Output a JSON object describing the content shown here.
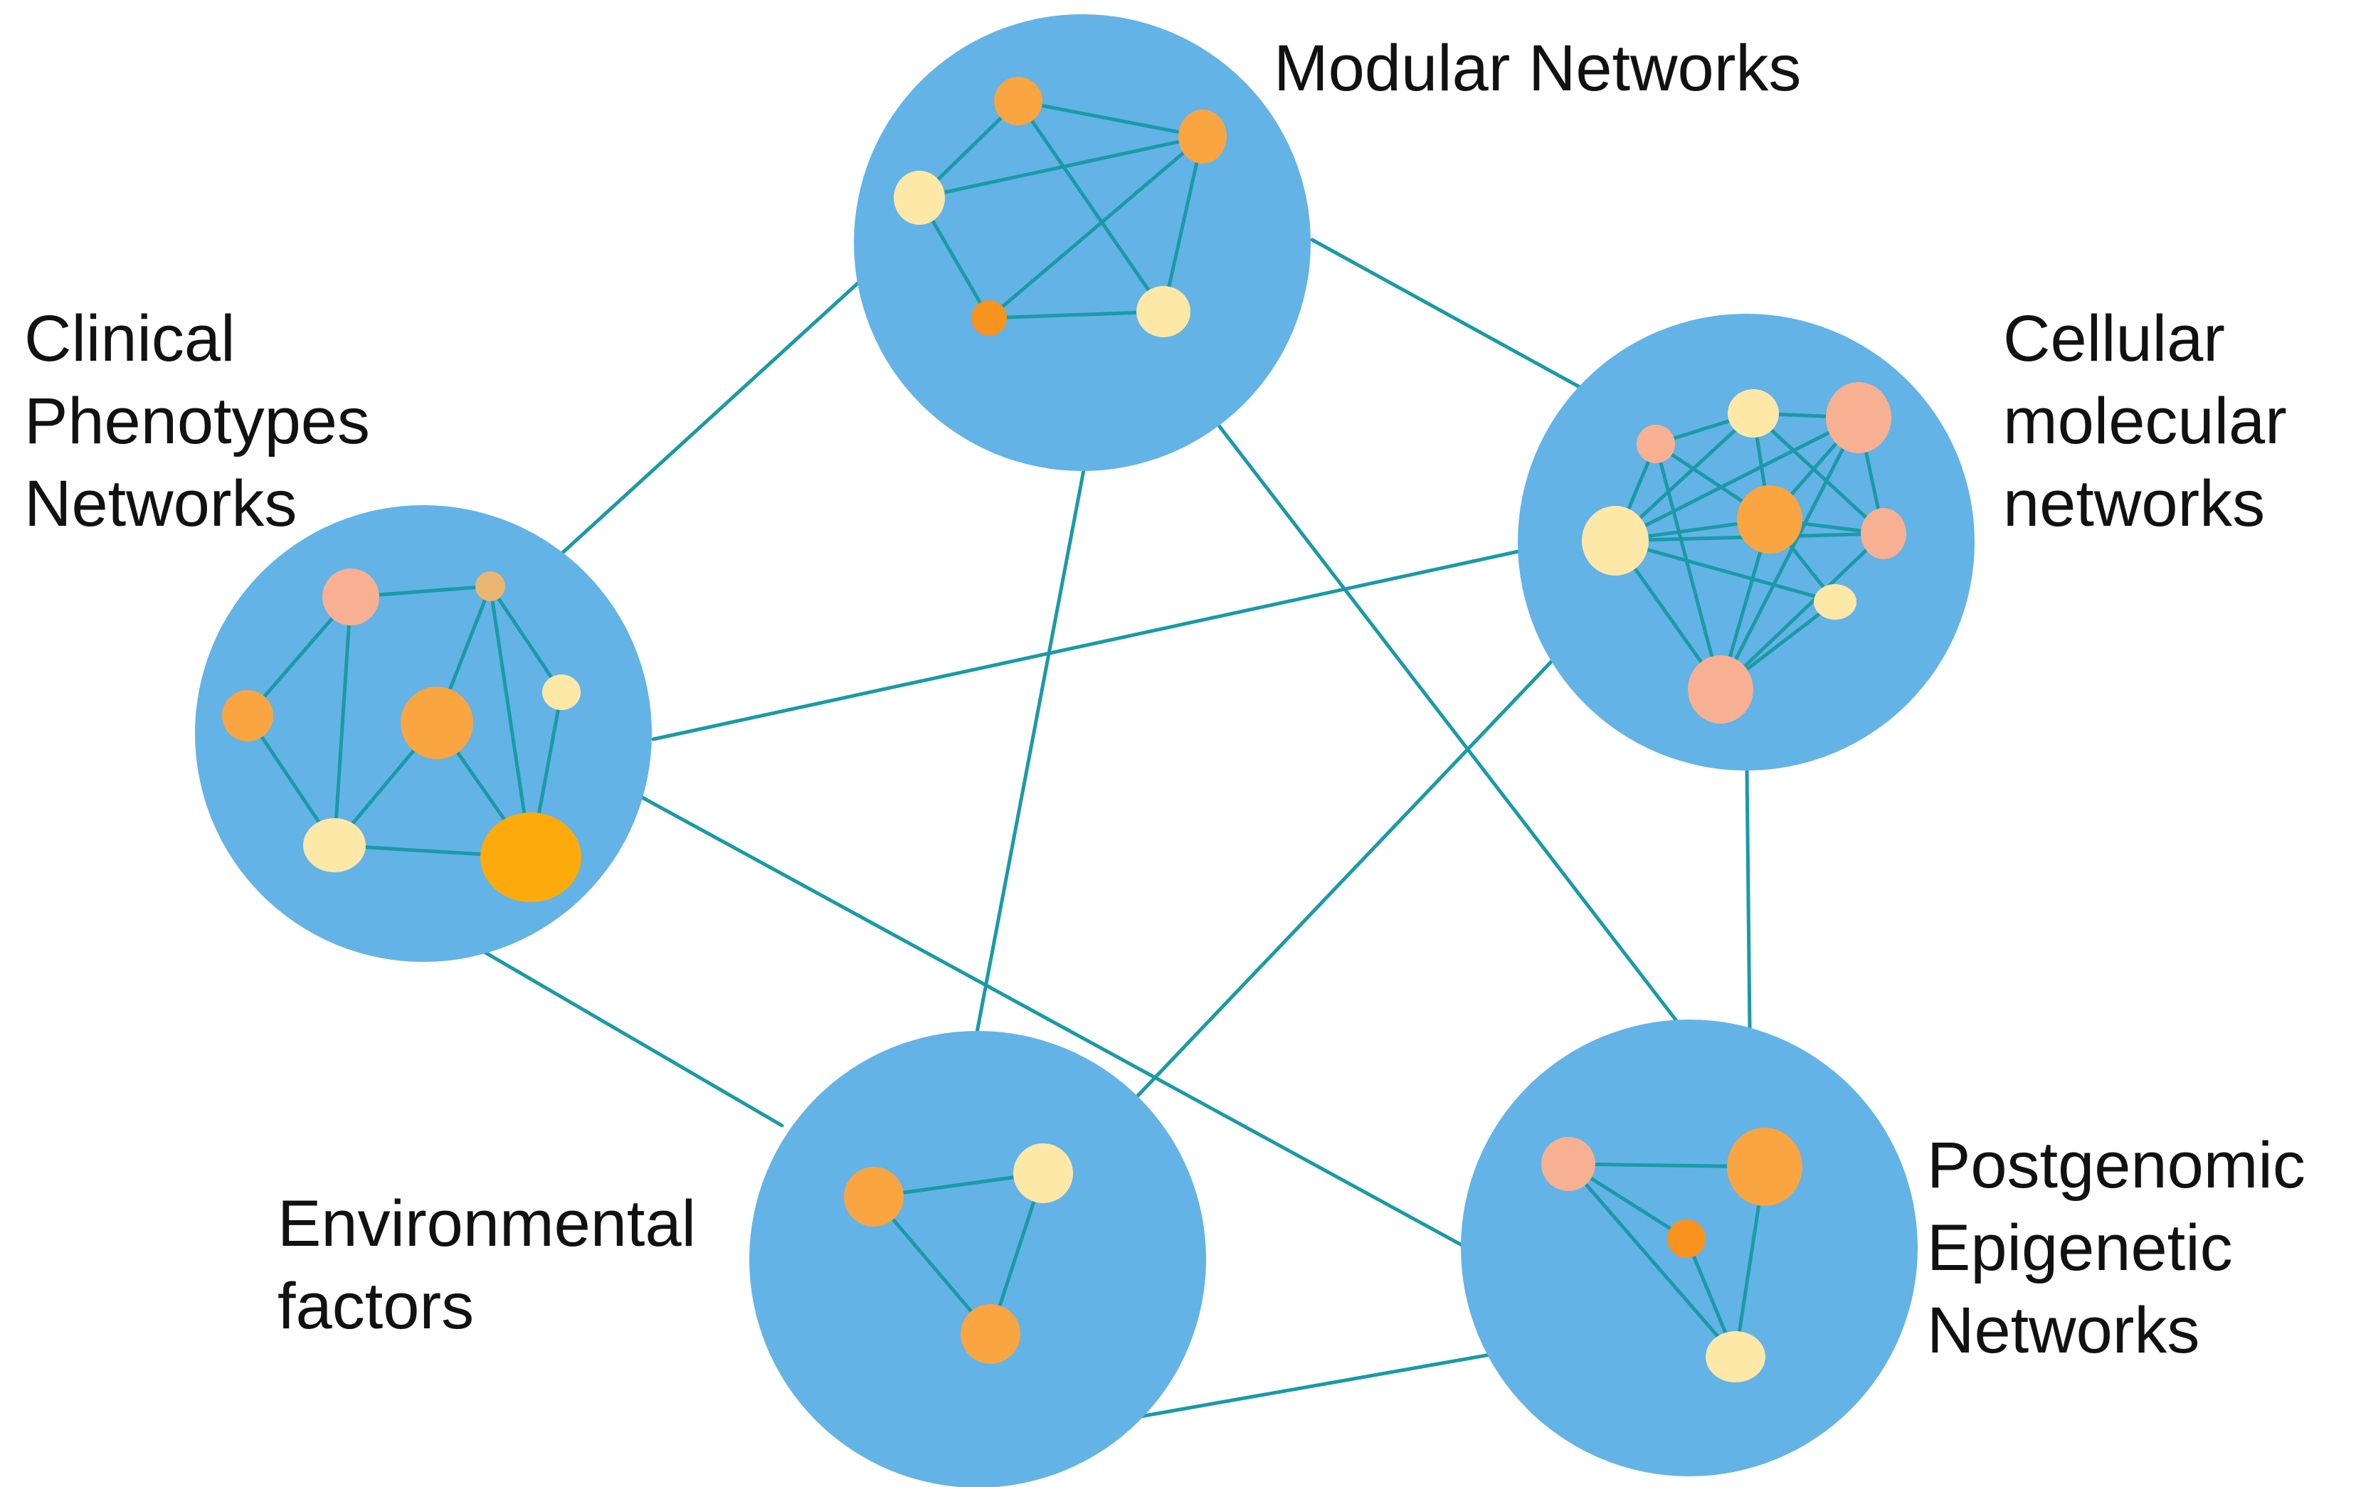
{
  "colors": {
    "background": "#ffffff",
    "cluster_fill": "#63b3e6",
    "edge": "#1a9aa7",
    "node_orange": "#f9a541",
    "node_dark_orange": "#f7931e",
    "node_amber": "#fdab0c",
    "node_cream": "#fde8a8",
    "node_peach": "#f8b092",
    "node_tan": "#e9b771",
    "label_text": "#111111"
  },
  "clusters": [
    {
      "id": "modular",
      "label_lines": [
        "Modular Networks"
      ]
    },
    {
      "id": "clinical",
      "label_lines": [
        "Clinical",
        "Phenotypes",
        "Networks"
      ]
    },
    {
      "id": "cellular",
      "label_lines": [
        "Cellular",
        "molecular",
        "networks"
      ]
    },
    {
      "id": "environmental",
      "label_lines": [
        "Environmental",
        "factors"
      ]
    },
    {
      "id": "postgenomic",
      "label_lines": [
        "Postgenomic",
        "Epigenetic",
        "Networks"
      ]
    }
  ],
  "inter_cluster_links": [
    [
      "modular",
      "clinical"
    ],
    [
      "modular",
      "cellular"
    ],
    [
      "modular",
      "environmental"
    ],
    [
      "modular",
      "postgenomic"
    ],
    [
      "clinical",
      "cellular"
    ],
    [
      "clinical",
      "environmental"
    ],
    [
      "clinical",
      "postgenomic"
    ],
    [
      "cellular",
      "environmental"
    ],
    [
      "cellular",
      "postgenomic"
    ],
    [
      "environmental",
      "postgenomic"
    ]
  ]
}
